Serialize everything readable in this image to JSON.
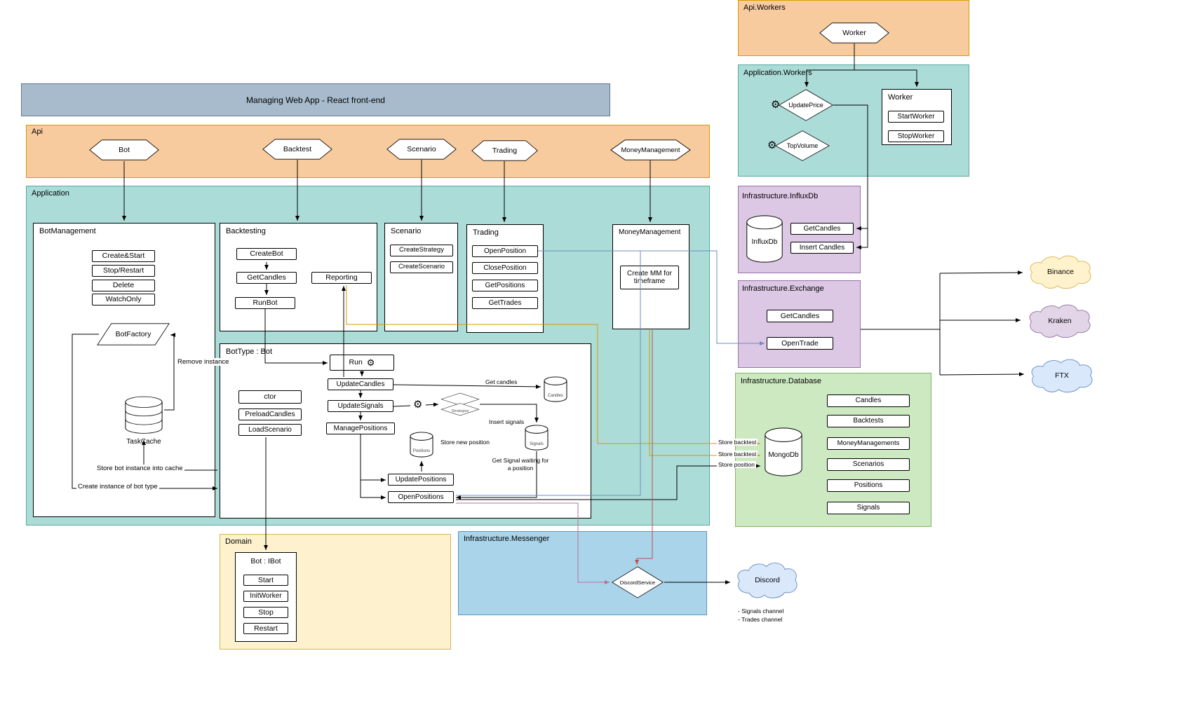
{
  "palette": {
    "header_fill": "#a7bbcc",
    "orange_fill": "#f8cb9e",
    "teal_fill": "#abdcd8",
    "purple_fill": "#dcc7e4",
    "green_fill": "#cde9c1",
    "yellow_fill": "#fdf2cd",
    "blue_fill": "#a9d4ea",
    "cloud_yellow": "#fff2cc",
    "cloud_purple": "#e1d5e7",
    "cloud_blue": "#dae8fc",
    "edge_orange": "#d79b00",
    "edge_blue": "#6c8ebf",
    "edge_red": "#b85450",
    "edge_pink": "#b5739d"
  },
  "icons": {
    "gear": "⚙"
  },
  "header": {
    "title": "Managing Web App - React front-end"
  },
  "api": {
    "title": "Api",
    "bot": "Bot",
    "backtest": "Backtest",
    "scenario": "Scenario",
    "trading": "Trading",
    "moneyManagement": "MoneyManagement"
  },
  "application": {
    "title": "Application",
    "botManagement": {
      "title": "BotManagement",
      "createStart": "Create&Start",
      "stopRestart": "Stop/Restart",
      "delete": "Delete",
      "watchOnly": "WatchOnly",
      "botFactory": "BotFactory",
      "taskCache": "TaskCache",
      "removeInstance": "Remove instance",
      "storeInstance": "Store bot instance into cache",
      "createInstance": "Create instance of bot type"
    },
    "backtesting": {
      "title": "Backtesting",
      "createBot": "CreateBot",
      "getCandles": "GetCandles",
      "runBot": "RunBot",
      "reporting": "Reporting"
    },
    "scenario": {
      "title": "Scenario",
      "createStrategy": "CreateStrategy",
      "createScenario": "CreateScenario"
    },
    "trading": {
      "title": "Trading",
      "openPosition": "OpenPosition",
      "closePosition": "ClosePosition",
      "getPositions": "GetPositions",
      "getTrades": "GetTrades"
    },
    "moneyManagement": {
      "title": "MoneyManagement",
      "createMm": "Create MM for timeframe"
    },
    "botType": {
      "title": "BotType : Bot",
      "run": "Run",
      "updateCandles": "UpdateCandles",
      "updateSignals": "UpdateSignals",
      "managePositions": "ManagePositions",
      "ctor": "ctor",
      "preloadCandles": "PreloadCandles",
      "loadScenario": "LoadScenario",
      "updatePositions": "UpdatePositions",
      "openPositions": "OpenPositions",
      "candlesStore": "Candles",
      "positionsStore": "Positions",
      "signalsStore": "Signals",
      "strategies": "Strategies",
      "lblGetCandles": "Get candles",
      "lblInsertSignals": "Insert signals",
      "lblStoreNewPosition": "Store new position",
      "lblGetSignalWaiting": "Get Signal waiting for a position"
    }
  },
  "apiWorkers": {
    "title": "Api.Workers",
    "worker": "Worker"
  },
  "appWorkers": {
    "title": "Application.Workers",
    "updatePrice": "UpdatePrice",
    "topVolume": "TopVolume",
    "workerTitle": "Worker",
    "startWorker": "StartWorker",
    "stopWorker": "StopWorker"
  },
  "influxDb": {
    "title": "Infrastructure.InfluxDb",
    "db": "InfluxDb",
    "getCandles": "GetCandles",
    "insertCandles": "Insert Candles"
  },
  "exchange": {
    "title": "Infrastructure.Exchange",
    "getCandles": "GetCandles",
    "openTrade": "OpenTrade"
  },
  "database": {
    "title": "Infrastructure.Database",
    "db": "MongoDb",
    "collections": [
      "Candles",
      "Backtests",
      "MoneyManagements",
      "Scenarios",
      "Positions",
      "Signals"
    ]
  },
  "domain": {
    "title": "Domain",
    "botTitle": "Bot : IBot",
    "start": "Start",
    "initWorker": "InitWorker",
    "stop": "Stop",
    "restart": "Restart"
  },
  "messenger": {
    "title": "Infrastructure.Messenger",
    "discordService": "DiscordService"
  },
  "clouds": {
    "binance": "Binance",
    "kraken": "Kraken",
    "ftx": "FTX",
    "discord": "Discord"
  },
  "edgeLabels": {
    "storeBacktest1": "Store backtest",
    "storeBacktest2": "Store backtest",
    "storePosition": "Store position"
  },
  "notes": {
    "signalsChannel": "- Signals channel",
    "tradesChannel": "- Trades channel"
  }
}
